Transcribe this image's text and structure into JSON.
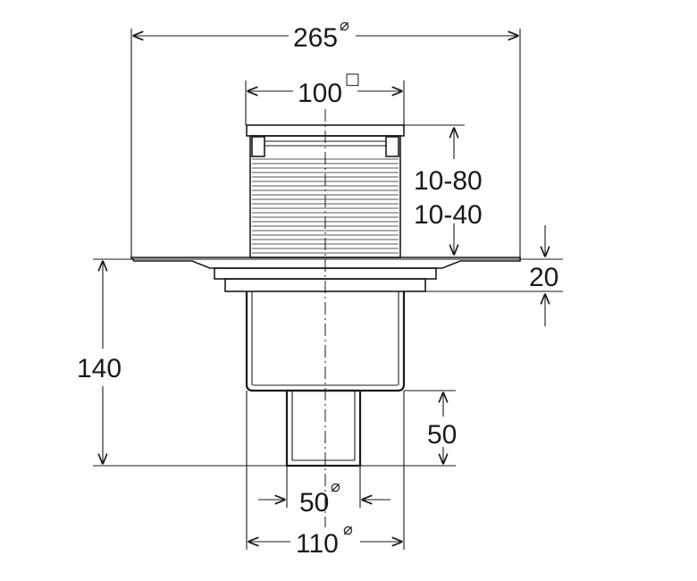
{
  "dimensions": {
    "top_width": "265",
    "top_width_symbol": "⌀",
    "grate_width": "100",
    "grate_width_symbol": "□",
    "height_range_1": "10-80",
    "height_range_2": "10-40",
    "flange_height": "20",
    "total_height": "140",
    "outlet_length": "50",
    "outlet_diameter": "50",
    "outlet_diameter_symbol": "⌀",
    "body_diameter": "110",
    "body_diameter_symbol": "⌀"
  }
}
